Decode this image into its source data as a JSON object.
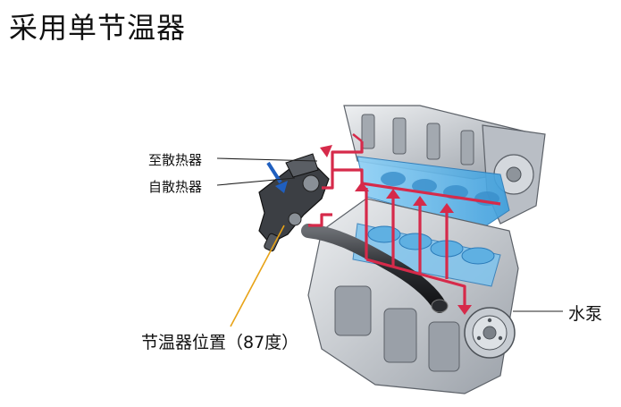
{
  "title": "采用单节温器",
  "labels": {
    "to_radiator": "至散热器",
    "from_radiator": "自散热器",
    "thermostat_position": "节温器位置（87度）",
    "water_pump": "水泵"
  },
  "colors": {
    "hot_coolant": "#d62a4a",
    "coolant_jacket": "#5fb8ec",
    "inflow_arrow": "#1f5fbf",
    "leader_thermostat": "#e8a317",
    "engine_metal": "#c9ccd1"
  }
}
